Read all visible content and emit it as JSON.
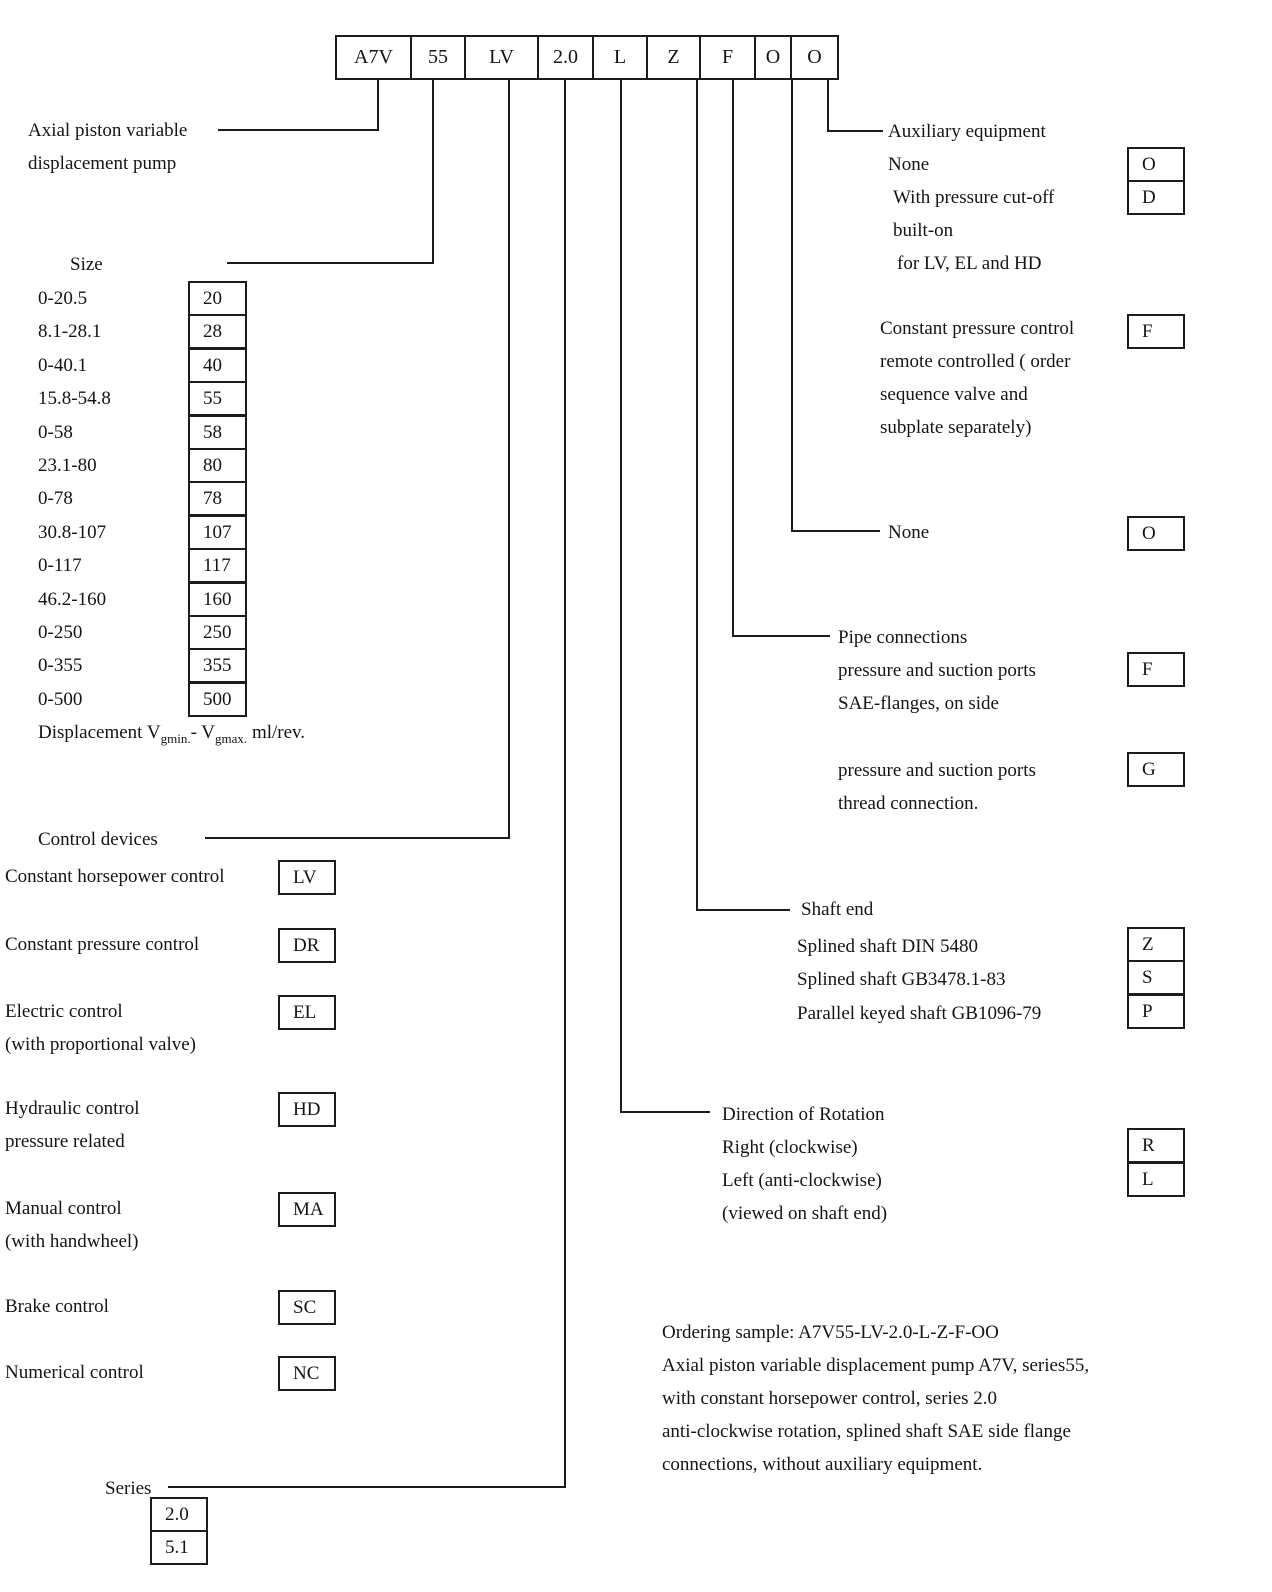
{
  "model_code": [
    "A7V",
    "55",
    "LV",
    "2.0",
    "L",
    "Z",
    "F",
    "O",
    "O"
  ],
  "pump": {
    "line1": "Axial piston variable",
    "line2": "displacement pump"
  },
  "size": {
    "title": "Size",
    "rows": [
      {
        "range": "0-20.5",
        "code": "20"
      },
      {
        "range": "8.1-28.1",
        "code": "28"
      },
      {
        "range": "0-40.1",
        "code": "40"
      },
      {
        "range": "15.8-54.8",
        "code": "55"
      },
      {
        "range": "0-58",
        "code": "58"
      },
      {
        "range": "23.1-80",
        "code": "80"
      },
      {
        "range": "0-78",
        "code": "78"
      },
      {
        "range": "30.8-107",
        "code": "107"
      },
      {
        "range": "0-117",
        "code": "117"
      },
      {
        "range": "46.2-160",
        "code": "160"
      },
      {
        "range": "0-250",
        "code": "250"
      },
      {
        "range": "0-355",
        "code": "355"
      },
      {
        "range": "0-500",
        "code": "500"
      }
    ],
    "note": {
      "p1": "Displacement V",
      "sub1": "gmin.",
      "p2": "- V",
      "sub2": "gmax.",
      "p3": " ml/rev."
    }
  },
  "control": {
    "title": "Control devices",
    "items": [
      {
        "label": "Constant horsepower control",
        "code": "LV"
      },
      {
        "label": "Constant pressure control",
        "code": "DR"
      },
      {
        "label": "Electric control",
        "sub": "(with proportional valve)",
        "code": "EL"
      },
      {
        "label": "Hydraulic control",
        "sub": "pressure related",
        "code": "HD"
      },
      {
        "label": "Manual control",
        "sub": "(with handwheel)",
        "code": "MA"
      },
      {
        "label": "Brake control",
        "code": "SC"
      },
      {
        "label": "Numerical control",
        "code": "NC"
      }
    ]
  },
  "series": {
    "title": "Series",
    "options": [
      "2.0",
      "5.1"
    ]
  },
  "auxiliary": {
    "title": "Auxiliary equipment",
    "none_label": "None",
    "none_code": "O",
    "cutoff_label": "With pressure cut-off",
    "cutoff_code": "D",
    "cutoff_line2": "built-on",
    "cutoff_line3": "for LV, EL and HD"
  },
  "constant_pressure": {
    "line1": "Constant pressure control",
    "code": "F",
    "line2": "remote controlled ( order",
    "line3": "sequence valve and",
    "line4": "subplate separately)"
  },
  "none_option": {
    "label": "None",
    "code": "O"
  },
  "pipe": {
    "title": "Pipe connections",
    "sae_line1": "pressure and suction ports",
    "sae_line2": "SAE-flanges, on side",
    "sae_code": "F",
    "thread_line1": "pressure and suction ports",
    "thread_line2": "thread connection.",
    "thread_code": "G"
  },
  "shaft": {
    "title": "Shaft end",
    "items": [
      {
        "label": "Splined shaft DIN 5480",
        "code": "Z"
      },
      {
        "label": "Splined shaft GB3478.1-83",
        "code": "S"
      },
      {
        "label": "Parallel keyed shaft GB1096-79",
        "code": "P"
      }
    ]
  },
  "rotation": {
    "title": "Direction of Rotation",
    "right_label": "Right (clockwise)",
    "right_code": "R",
    "left_label": "Left (anti-clockwise)",
    "left_code": "L",
    "note": "(viewed on shaft end)"
  },
  "ordering": {
    "line1": "Ordering sample: A7V55-LV-2.0-L-Z-F-OO",
    "line2": "Axial piston variable displacement pump A7V, series55,",
    "line3": "with constant horsepower control, series 2.0",
    "line4": "anti-clockwise rotation, splined shaft SAE side flange",
    "line5": "connections, without auxiliary equipment."
  }
}
